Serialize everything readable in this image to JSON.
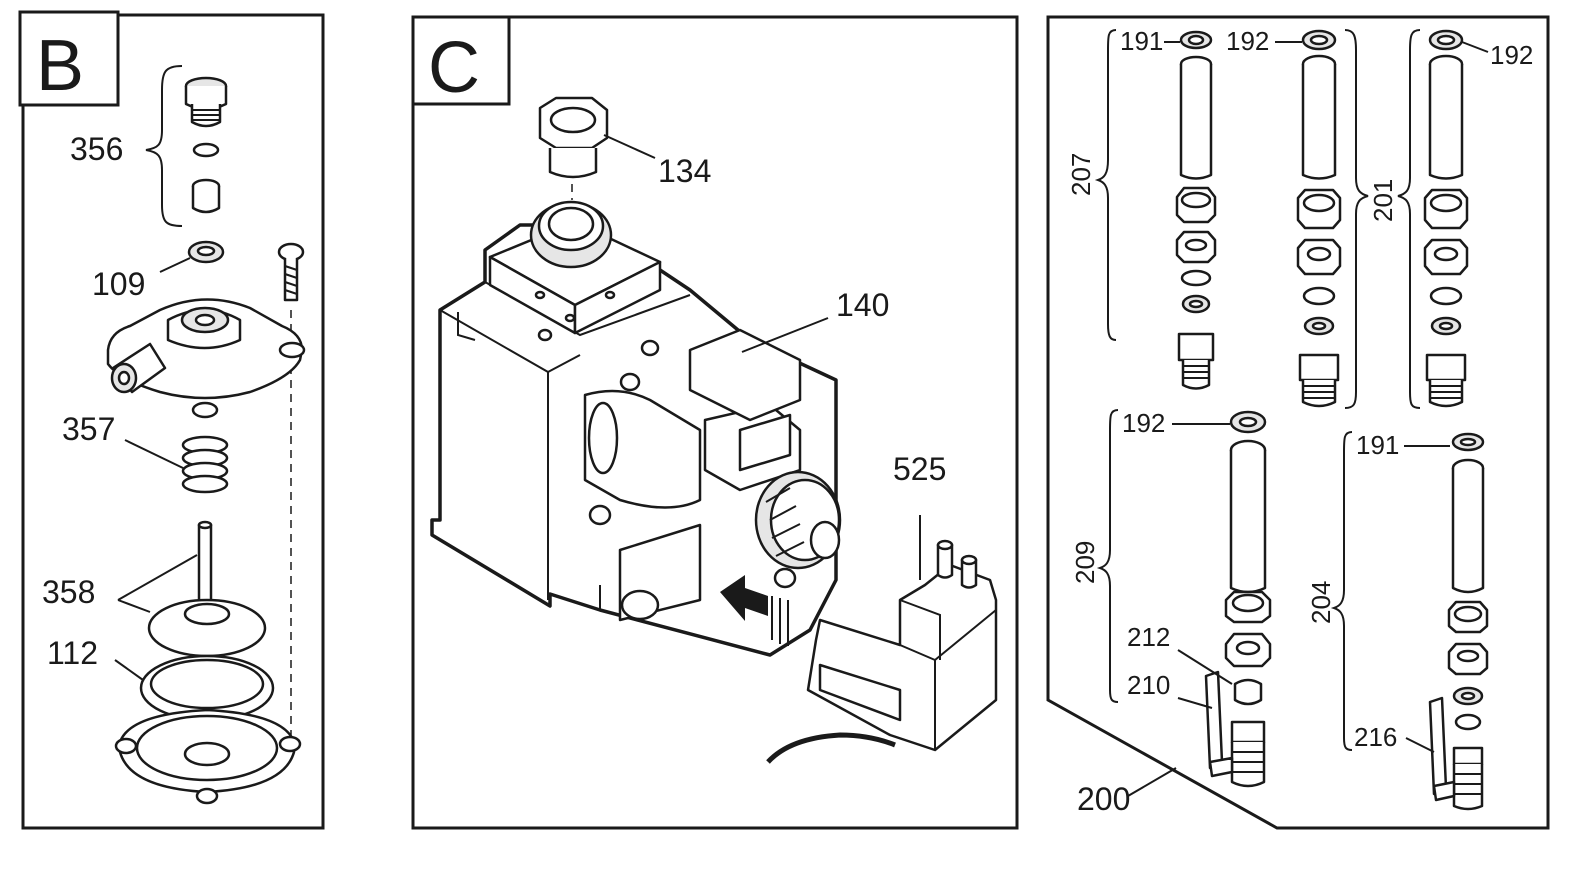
{
  "panels": {
    "b": {
      "tag": "B",
      "labels": {
        "p356": "356",
        "p109": "109",
        "p357": "357",
        "p358": "358",
        "p112": "112"
      }
    },
    "c": {
      "tag": "C",
      "labels": {
        "p134": "134",
        "p140": "140",
        "p525": "525"
      }
    },
    "kits": {
      "labels": {
        "p191a": "191",
        "p192a": "192",
        "p192b": "192",
        "p207": "207",
        "p201": "201",
        "p192c": "192",
        "p191b": "191",
        "p209": "209",
        "p204": "204",
        "p212": "212",
        "p210": "210",
        "p216": "216",
        "p200": "200"
      }
    }
  }
}
